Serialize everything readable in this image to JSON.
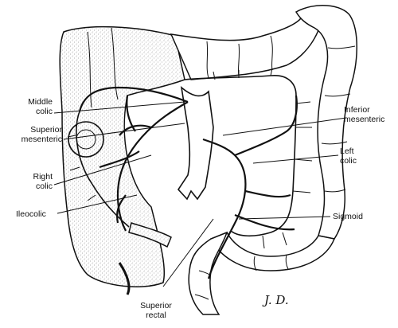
{
  "labels": {
    "middle_colic": "Middle\ncolic",
    "superior_mesenteric": "Superior\nmesenteric",
    "right_colic": "Right\ncolic",
    "ileocolic": "Ileocolic",
    "inferior_mesenteric": "Inferior\nmesenteric",
    "left_colic": "Left\ncolic",
    "sigmoid": "Sigmoid",
    "superior_rectal": "Superior\nrectal"
  },
  "signature": "J. D.",
  "colors": {
    "ink": "#111111",
    "stipple": "#9a9a9a",
    "paper": "#ffffff"
  }
}
